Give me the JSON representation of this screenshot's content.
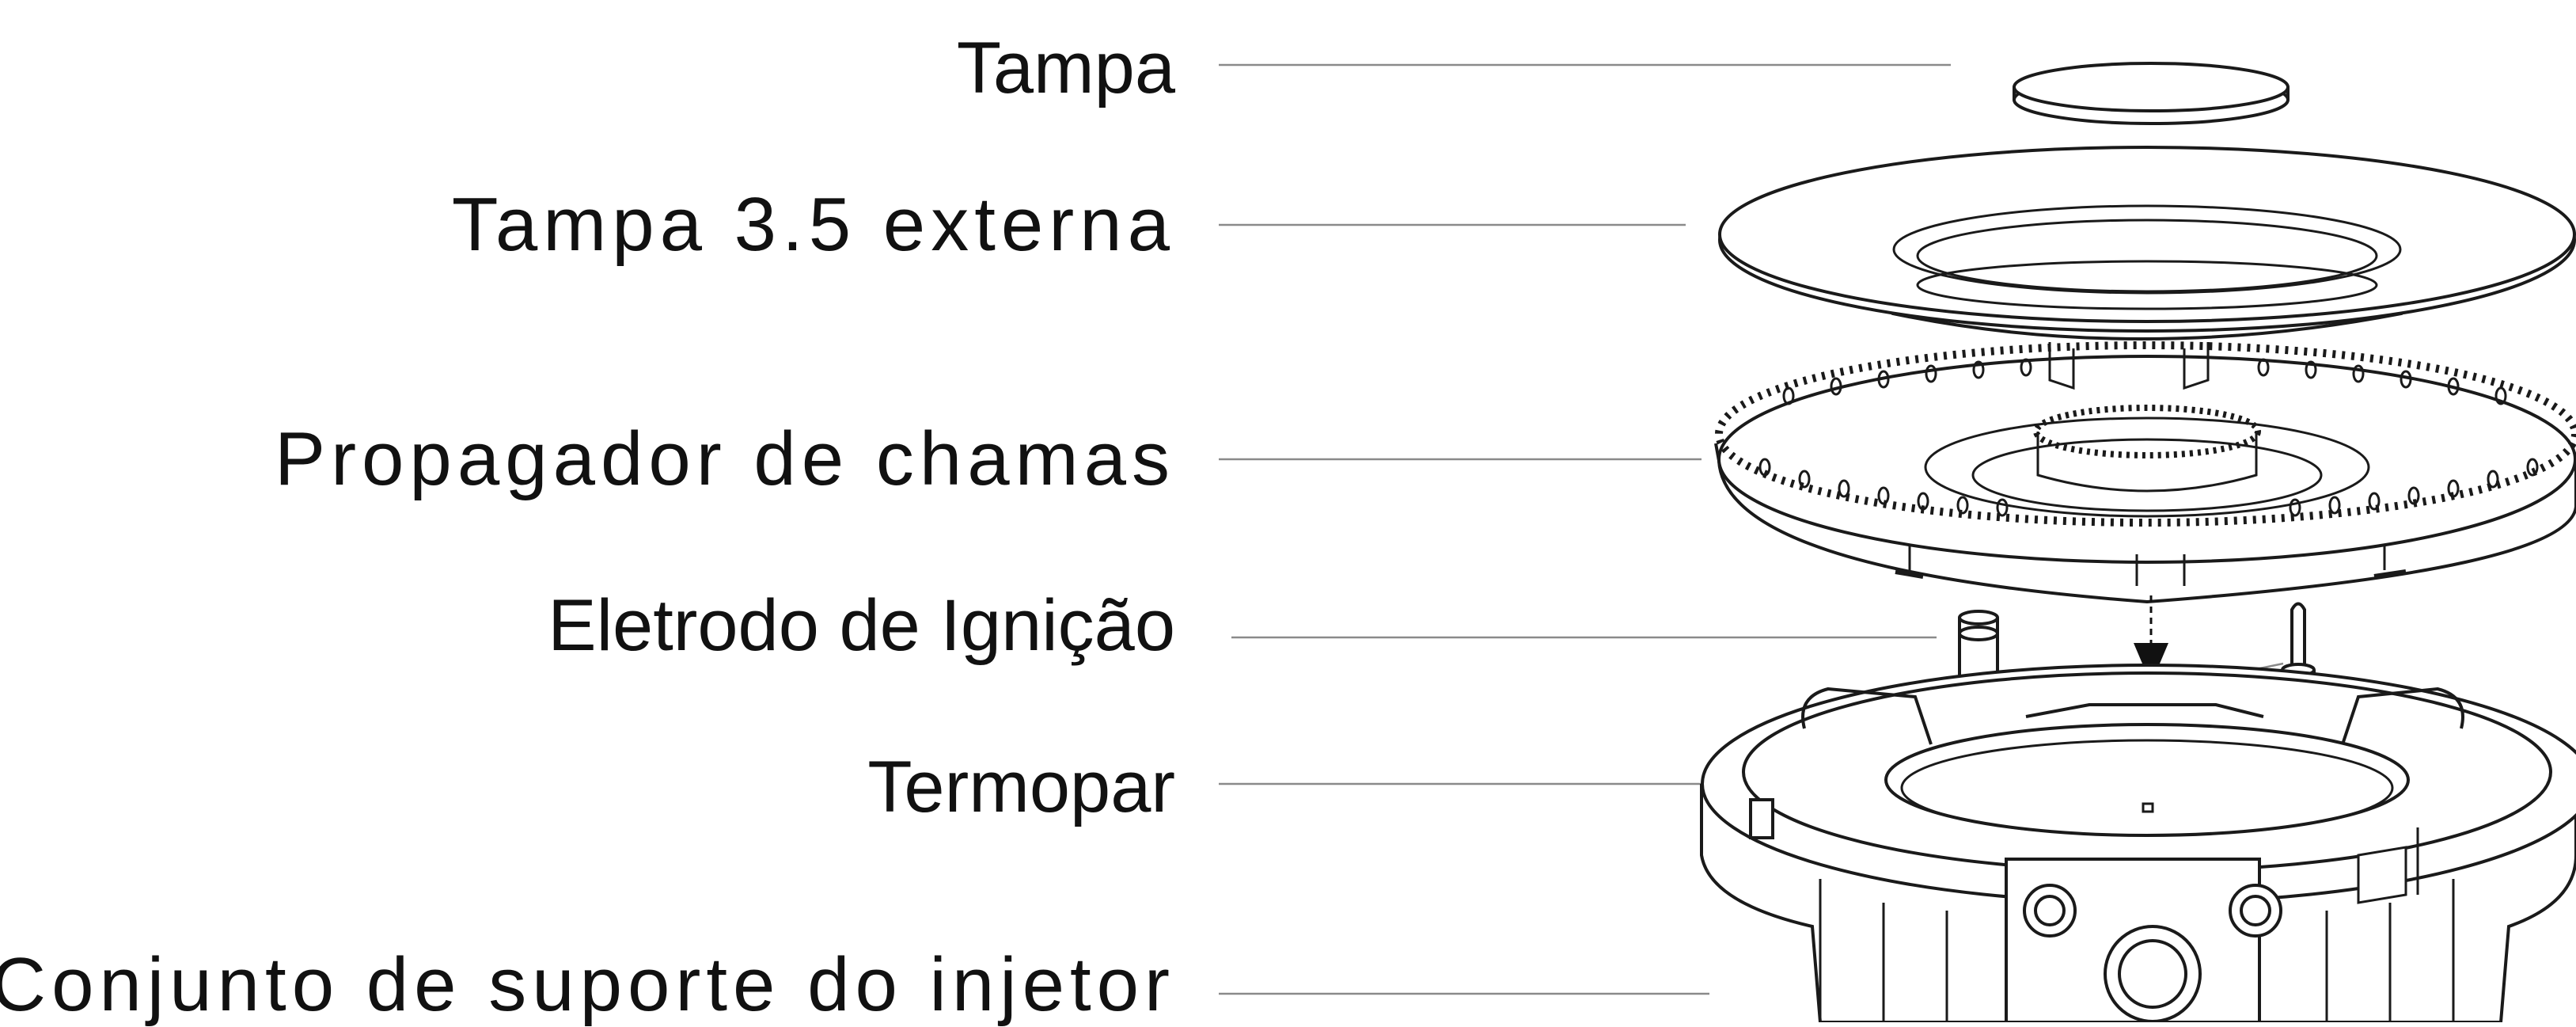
{
  "labels": {
    "tampa": "Tampa",
    "tampa_externa": "Tampa 3.5 externa",
    "propagador": "Propagador de chamas",
    "eletrodo": "Eletrodo de Ignição",
    "termopar": "Termopar",
    "conjunto": "Conjunto de suporte do injetor"
  },
  "colors": {
    "text": "#111111",
    "line": "#1a1a1a",
    "leader": "#8a8a8a",
    "background": "#ffffff"
  }
}
